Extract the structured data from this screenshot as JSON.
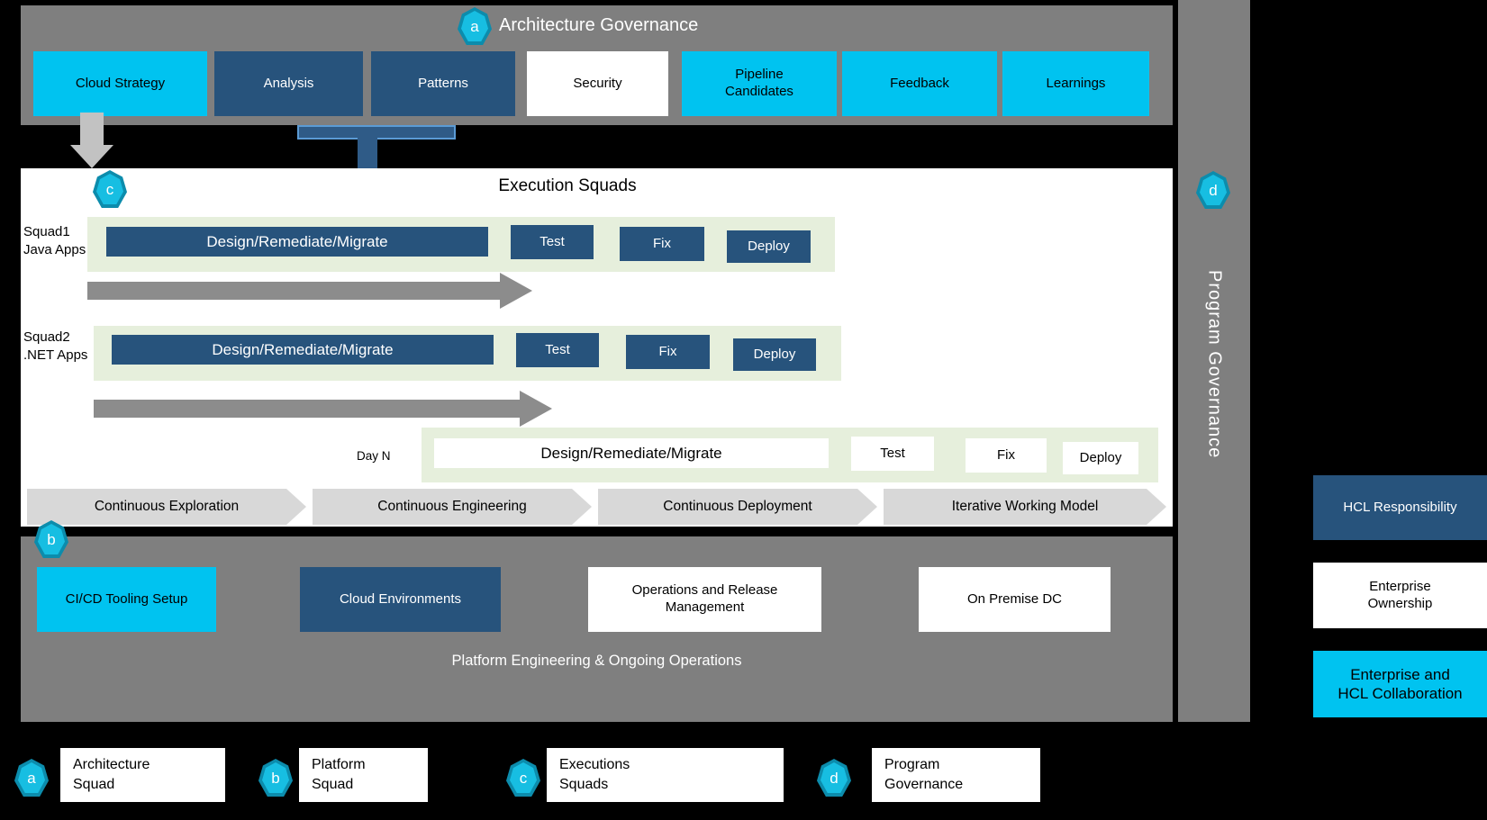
{
  "colors": {
    "cyan": "#00C3F0",
    "navy": "#27537C",
    "panel_gray": "#7F7F7F",
    "row_green": "#E6EFDC",
    "chevron_gray": "#D8D8D8",
    "arrow_gray": "#8C8C8C",
    "light_arrow_gray": "#C2C2C2",
    "blue_arrow": "#2F5B87",
    "blue_arrow_border": "#5B9BD5",
    "badge_teal": "#17BEE2"
  },
  "top_panel": {
    "badge": "a",
    "title": "Architecture Governance",
    "buttons": [
      {
        "label": "Cloud Strategy"
      },
      {
        "label": "Analysis"
      },
      {
        "label": "Patterns"
      },
      {
        "label": "Security"
      },
      {
        "label": "Pipeline\nCandidates"
      },
      {
        "label": "Feedback"
      },
      {
        "label": "Learnings"
      }
    ]
  },
  "execution": {
    "badge": "c",
    "title": "Execution Squads",
    "rows": [
      {
        "label": "Squad1\nJava Apps",
        "boxes": [
          "Design/Remediate/Migrate",
          "Test",
          "Fix",
          "Deploy"
        ]
      },
      {
        "label": "Squad2\n.NET Apps",
        "boxes": [
          "Design/Remediate/Migrate",
          "Test",
          "Fix",
          "Deploy"
        ]
      },
      {
        "label": "Day N",
        "boxes": [
          "Design/Remediate/Migrate",
          "Test",
          "Fix",
          "Deploy"
        ]
      }
    ],
    "chevrons": [
      "Continuous Exploration",
      "Continuous Engineering",
      "Continuous Deployment",
      "Iterative Working Model"
    ]
  },
  "platform": {
    "badge": "b",
    "boxes": [
      {
        "label": "CI/CD Tooling Setup"
      },
      {
        "label": "Cloud Environments"
      },
      {
        "label": "Operations and Release\nManagement"
      },
      {
        "label": "On Premise DC"
      }
    ],
    "caption": "Platform Engineering & Ongoing Operations"
  },
  "program_governance": {
    "badge": "d",
    "title": "Program Governance"
  },
  "ownership_legend": [
    {
      "label": "HCL Responsibility"
    },
    {
      "label": "Enterprise\nOwnership"
    },
    {
      "label": "Enterprise and\nHCL Collaboration"
    }
  ],
  "footer_legend": [
    {
      "badge": "a",
      "label": "Architecture\nSquad"
    },
    {
      "badge": "b",
      "label": "Platform\nSquad"
    },
    {
      "badge": "c",
      "label": "Executions\nSquads"
    },
    {
      "badge": "d",
      "label": "Program\nGovernance"
    }
  ]
}
